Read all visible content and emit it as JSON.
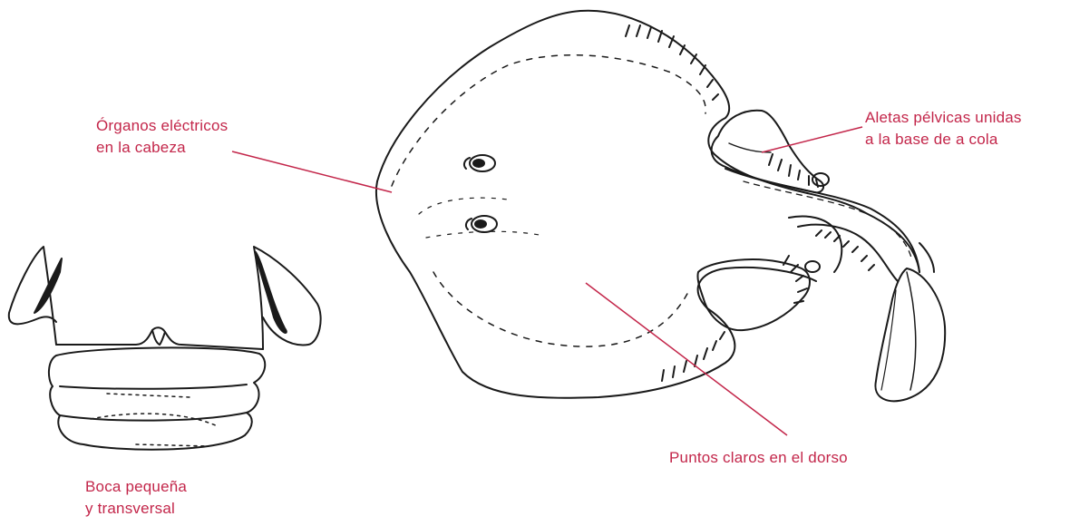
{
  "labels": {
    "electric_organs": {
      "line1": "Órganos eléctricos",
      "line2": "en la cabeza"
    },
    "pelvic_fins": {
      "line1": "Aletas pélvicas unidas",
      "line2": "a la base de a cola"
    },
    "light_spots": {
      "line1": "Puntos claros en el dorso"
    },
    "mouth": {
      "line1": "Boca pequeña",
      "line2": "y transversal"
    }
  },
  "colors": {
    "label_text": "#c3264a",
    "leader_line": "#c3264a",
    "drawing_stroke": "#1a1a1a",
    "background": "#ffffff"
  }
}
